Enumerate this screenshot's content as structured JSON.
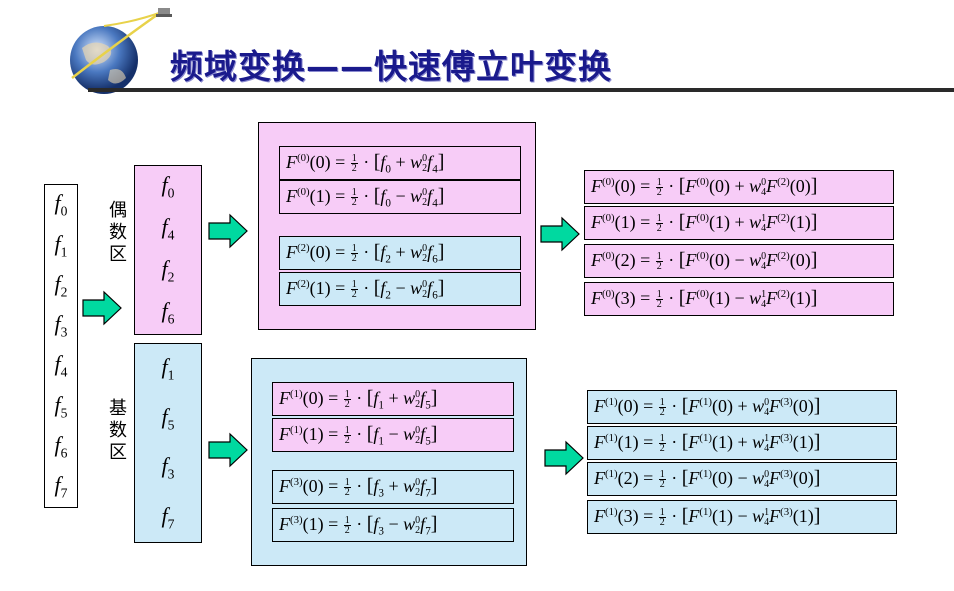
{
  "header": {
    "title": "频域变换——快速傅立叶变换",
    "logo_icon": "globe-satellite-icon"
  },
  "colors": {
    "pink": "#f7ccf7",
    "blue": "#cce9f7",
    "arrow": "#00d9a0",
    "title": "#1a1a8c"
  },
  "input_sequence": [
    "0",
    "1",
    "2",
    "3",
    "4",
    "5",
    "6",
    "7"
  ],
  "even_label": "偶数区",
  "odd_label": "基数区",
  "even_sequence": [
    "0",
    "4",
    "2",
    "6"
  ],
  "odd_sequence": [
    "1",
    "5",
    "3",
    "7"
  ],
  "stage1_even": [
    {
      "super": "(0)",
      "arg": "(0)",
      "op": "+",
      "a": "0",
      "b": "4"
    },
    {
      "super": "(0)",
      "arg": "(1)",
      "op": "−",
      "a": "0",
      "b": "4"
    },
    {
      "super": "(2)",
      "arg": "(0)",
      "op": "+",
      "a": "2",
      "b": "6"
    },
    {
      "super": "(2)",
      "arg": "(1)",
      "op": "−",
      "a": "2",
      "b": "6"
    }
  ],
  "stage1_odd": [
    {
      "super": "(1)",
      "arg": "(0)",
      "op": "+",
      "a": "1",
      "b": "5"
    },
    {
      "super": "(1)",
      "arg": "(1)",
      "op": "−",
      "a": "1",
      "b": "5"
    },
    {
      "super": "(3)",
      "arg": "(0)",
      "op": "+",
      "a": "3",
      "b": "7"
    },
    {
      "super": "(3)",
      "arg": "(1)",
      "op": "−",
      "a": "3",
      "b": "7"
    }
  ],
  "stage2_even": [
    {
      "lhs": "(0)",
      "s1": "(0)",
      "arg1": "(0)",
      "op": "+",
      "wexp": "0",
      "s2": "(2)",
      "arg2": "(0)"
    },
    {
      "lhs": "(1)",
      "s1": "(0)",
      "arg1": "(1)",
      "op": "+",
      "wexp": "1",
      "s2": "(2)",
      "arg2": "(1)"
    },
    {
      "lhs": "(2)",
      "s1": "(0)",
      "arg1": "(0)",
      "op": "−",
      "wexp": "0",
      "s2": "(2)",
      "arg2": "(0)"
    },
    {
      "lhs": "(3)",
      "s1": "(0)",
      "arg1": "(1)",
      "op": "−",
      "wexp": "1",
      "s2": "(2)",
      "arg2": "(1)"
    }
  ],
  "stage2_odd": [
    {
      "lhs": "(0)",
      "s1": "(1)",
      "arg1": "(0)",
      "op": "+",
      "wexp": "0",
      "s2": "(3)",
      "arg2": "(0)"
    },
    {
      "lhs": "(1)",
      "s1": "(1)",
      "arg1": "(1)",
      "op": "+",
      "wexp": "1",
      "s2": "(3)",
      "arg2": "(1)"
    },
    {
      "lhs": "(2)",
      "s1": "(1)",
      "arg1": "(0)",
      "op": "−",
      "wexp": "0",
      "s2": "(3)",
      "arg2": "(0)"
    },
    {
      "lhs": "(3)",
      "s1": "(1)",
      "arg1": "(1)",
      "op": "−",
      "wexp": "1",
      "s2": "(3)",
      "arg2": "(1)"
    }
  ],
  "stage2_super_even": "(0)",
  "stage2_super_odd": "(1)"
}
